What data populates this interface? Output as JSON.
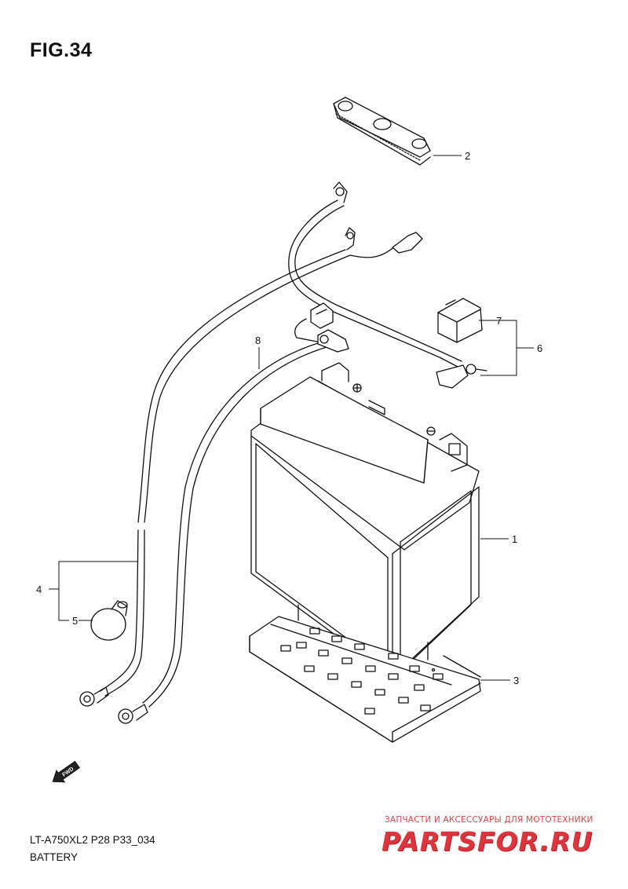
{
  "header": {
    "figure_title": "FIG.34"
  },
  "footer": {
    "model_code": "LT-A750XL2 P28 P33_034",
    "section_name": "BATTERY"
  },
  "callouts": [
    {
      "number": "1"
    },
    {
      "number": "2"
    },
    {
      "number": "3"
    },
    {
      "number": "4"
    },
    {
      "number": "5"
    },
    {
      "number": "6"
    },
    {
      "number": "7"
    },
    {
      "number": "8"
    }
  ],
  "direction_marker": {
    "label": "FWD",
    "icon": "arrow-icon"
  },
  "watermark": {
    "subtitle": "ЗАПЧАСТИ И АКСЕССУАРЫ ДЛЯ МОТОТЕХНИКИ",
    "brand": "PARTSFOR.RU"
  },
  "colors": {
    "line": "#111111",
    "watermark": "#e0343d"
  }
}
